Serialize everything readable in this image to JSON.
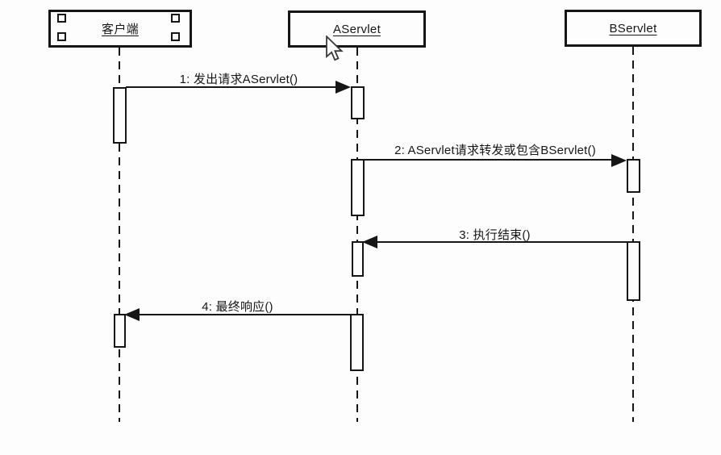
{
  "diagram": {
    "kind": "uml-sequence-diagram",
    "background_color": "#fdfdfd",
    "line_color": "#161616"
  },
  "actors": [
    {
      "name": "客户端",
      "icon": "multi-object-box",
      "underlined": true
    },
    {
      "name": "AServlet",
      "icon": "object-box",
      "underlined": true
    },
    {
      "name": "BServlet",
      "icon": "object-box",
      "underlined": true
    }
  ],
  "messages": [
    {
      "label": "1: 发出请求AServlet()",
      "from": "客户端",
      "to": "AServlet",
      "direction": "right"
    },
    {
      "label": "2: AServlet请求转发或包含BServlet()",
      "from": "AServlet",
      "to": "BServlet",
      "direction": "right"
    },
    {
      "label": "3: 执行结束()",
      "from": "BServlet",
      "to": "AServlet",
      "direction": "left"
    },
    {
      "label": "4: 最终响应()",
      "from": "AServlet",
      "to": "客户端",
      "direction": "left"
    }
  ],
  "cursor": {
    "icon": "arrow-pointer"
  }
}
